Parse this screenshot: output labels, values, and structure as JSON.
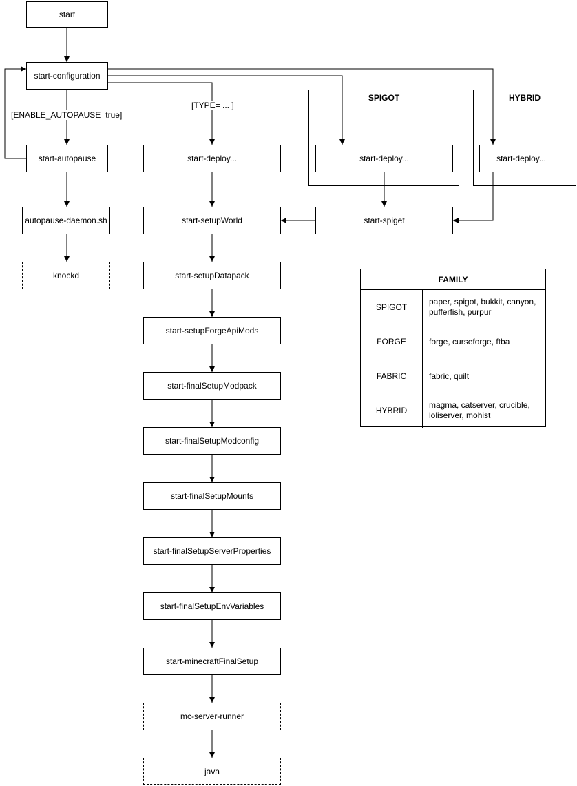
{
  "diagram": {
    "nodes": {
      "start": "start",
      "start_configuration": "start-configuration",
      "start_autopause": "start-autopause",
      "autopause_daemon": "autopause-daemon.sh",
      "knockd": "knockd",
      "start_deploy_main": "start-deploy...",
      "start_deploy_spigot": "start-deploy...",
      "start_deploy_hybrid": "start-deploy...",
      "start_spiget": "start-spiget",
      "start_setup_world": "start-setupWorld",
      "start_setup_datapack": "start-setupDatapack",
      "start_setup_forge_api_mods": "start-setupForgeApiMods",
      "start_final_setup_modpack": "start-finalSetupModpack",
      "start_final_setup_modconfig": "start-finalSetupModconfig",
      "start_final_setup_mounts": "start-finalSetupMounts",
      "start_final_setup_server_properties": "start-finalSetupServerProperties",
      "start_final_setup_env_variables": "start-finalSetupEnvVariables",
      "start_minecraft_final_setup": "start-minecraftFinalSetup",
      "mc_server_runner": "mc-server-runner",
      "java": "java"
    },
    "containers": {
      "spigot": "SPIGOT",
      "hybrid": "HYBRID"
    },
    "edge_labels": {
      "enable_autopause": "[ENABLE_AUTOPAUSE=true]",
      "type": "[TYPE= ... ]"
    },
    "family_table": {
      "title": "FAMILY",
      "rows": [
        {
          "family": "SPIGOT",
          "members": "paper, spigot, bukkit, canyon, pufferfish, purpur"
        },
        {
          "family": "FORGE",
          "members": "forge, curseforge, ftba"
        },
        {
          "family": "FABRIC",
          "members": "fabric, quilt"
        },
        {
          "family": "HYBRID",
          "members": "magma, catserver, crucible, loliserver, mohist"
        }
      ]
    },
    "colors": {
      "stroke": "#000000",
      "node_fill": "#ffffff",
      "background": "#ffffff",
      "text": "#000000"
    }
  }
}
